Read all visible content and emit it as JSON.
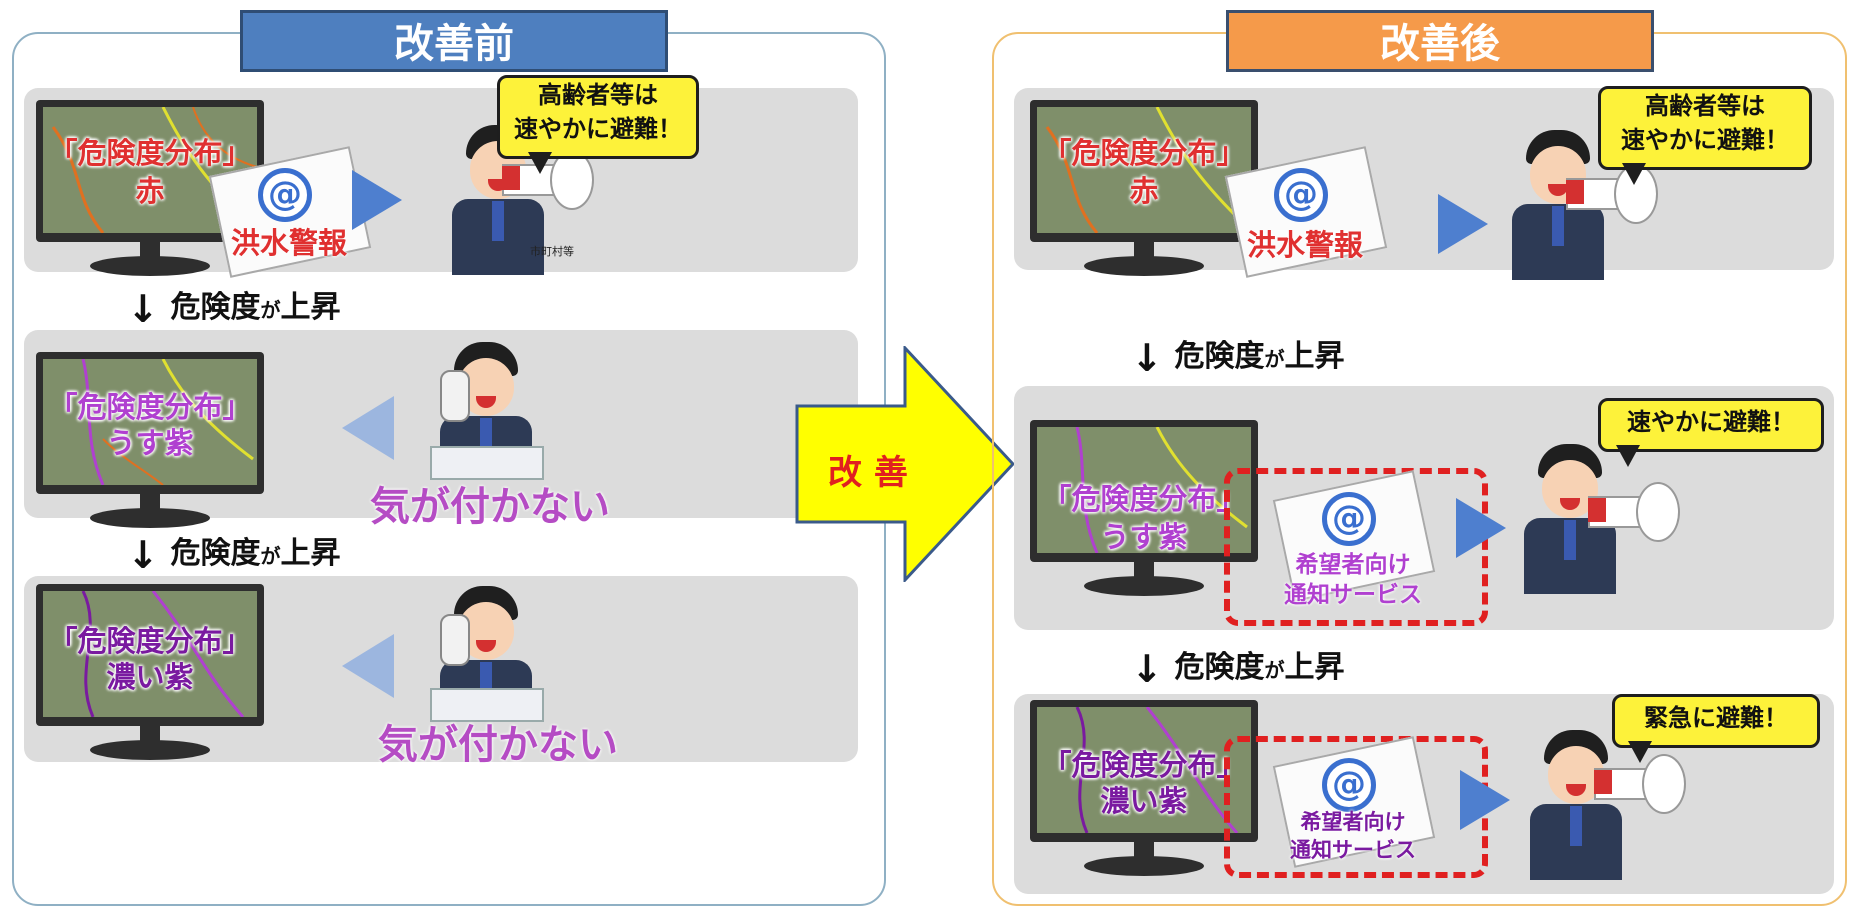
{
  "before": {
    "header": "改善前",
    "rows": [
      {
        "map_label": "「危険度分布」",
        "map_color": "赤",
        "envelope_label": "洪水警報",
        "bubble": [
          "高齢者等は",
          "速やかに避難！"
        ],
        "caption": "市町村等"
      },
      {
        "map_label": "「危険度分布」",
        "map_color": "うす紫",
        "message": "気が付かない"
      },
      {
        "map_label": "「危険度分布」",
        "map_color": "濃い紫",
        "message": "気が付かない"
      }
    ],
    "steps": [
      {
        "main": "危険度",
        "ga": "が",
        "tail": "上昇"
      },
      {
        "main": "危険度",
        "ga": "が",
        "tail": "上昇"
      }
    ]
  },
  "after": {
    "header": "改善後",
    "rows": [
      {
        "map_label": "「危険度分布」",
        "map_color": "赤",
        "envelope_label": "洪水警報",
        "bubble": [
          "高齢者等は",
          "速やかに避難！"
        ]
      },
      {
        "map_label": "「危険度分布」",
        "map_color": "うす紫",
        "envelope_label": [
          "希望者向け",
          "通知サービス"
        ],
        "bubble": [
          "速やかに避難！"
        ]
      },
      {
        "map_label": "「危険度分布」",
        "map_color": "濃い紫",
        "envelope_label": [
          "希望者向け",
          "通知サービス"
        ],
        "bubble": [
          "緊急に避難！"
        ]
      }
    ],
    "steps": [
      {
        "main": "危険度",
        "ga": "が",
        "tail": "上昇"
      },
      {
        "main": "危険度",
        "ga": "が",
        "tail": "上昇"
      }
    ]
  },
  "center_arrow": {
    "label": "改 善"
  },
  "colors": {
    "before_header": "#4e7fbf",
    "after_header": "#f59a4a",
    "arrow": "#ffff00",
    "dashed": "#e02020"
  },
  "icons": [
    "monitor-icon",
    "envelope-at-icon",
    "megaphone-icon",
    "telephone-icon",
    "person-icon",
    "down-arrow-icon",
    "right-arrow-icon",
    "left-arrow-icon"
  ]
}
